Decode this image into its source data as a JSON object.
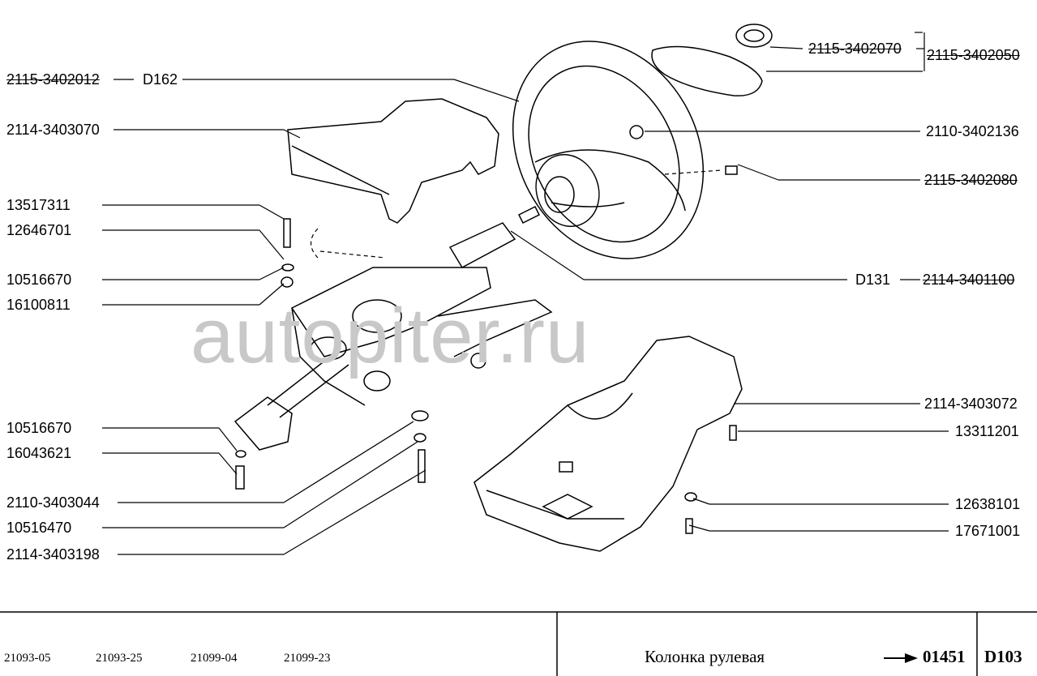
{
  "watermark": "autopiter.ru",
  "labels": {
    "p2115_3402012": "2115-3402012",
    "d162": "D162",
    "p2114_3403070": "2114-3403070",
    "p13517311": "13517311",
    "p12646701": "12646701",
    "p10516670_a": "10516670",
    "p16100811": "16100811",
    "p10516670_b": "10516670",
    "p16043621": "16043621",
    "p2110_3403044": "2110-3403044",
    "p10516470": "10516470",
    "p2114_3403198": "2114-3403198",
    "p2115_3402070": "2115-3402070",
    "p2115_3402050": "2115-3402050",
    "p2110_3402136": "2110-3402136",
    "p2115_3402080": "2115-3402080",
    "d131": "D131",
    "p2114_3401100": "2114-3401100",
    "p2114_3403072": "2114-3403072",
    "p13311201": "13311201",
    "p12638101": "12638101",
    "p17671001": "17671001"
  },
  "footer": {
    "models": [
      "21093-05",
      "21093-25",
      "21099-04",
      "21099-23"
    ],
    "title": "Колонка рулевая",
    "code": "01451",
    "page": "D103"
  }
}
